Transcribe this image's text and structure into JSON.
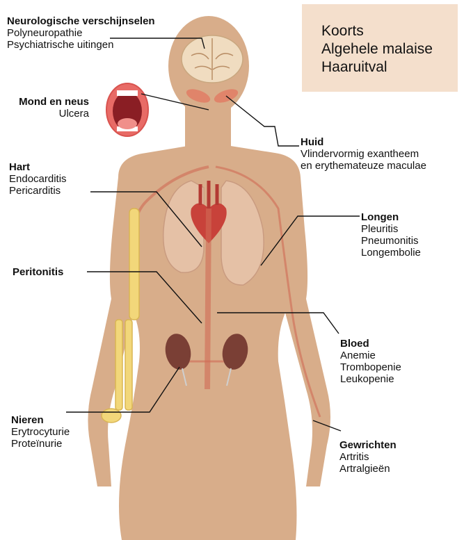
{
  "systemic": [
    "Koorts",
    "Algehele malaise",
    "Haaruitval"
  ],
  "labels": {
    "neuro": {
      "title": "Neurologische verschijnselen",
      "lines": [
        "Polyneuropathie",
        "Psychiatrische uitingen"
      ]
    },
    "mond": {
      "title": "Mond en neus",
      "lines": [
        "Ulcera"
      ]
    },
    "huid": {
      "title": "Huid",
      "lines": [
        "Vlindervormig exantheem",
        "en erythemateuze maculae"
      ]
    },
    "hart": {
      "title": "Hart",
      "lines": [
        "Endocarditis",
        "Pericarditis"
      ]
    },
    "longen": {
      "title": "Longen",
      "lines": [
        "Pleuritis",
        "Pneumonitis",
        "Longembolie"
      ]
    },
    "peritonitis": {
      "title": "Peritonitis",
      "lines": []
    },
    "bloed": {
      "title": "Bloed",
      "lines": [
        "Anemie",
        "Trombopenie",
        "Leukopenie"
      ]
    },
    "nieren": {
      "title": "Nieren",
      "lines": [
        "Erytrocyturie",
        "Proteïnurie"
      ]
    },
    "gewrichten": {
      "title": "Gewrichten",
      "lines": [
        "Artritis",
        "Artralgieën"
      ]
    }
  },
  "colors": {
    "skin": "#d8ad8a",
    "box": "#f4dfcc",
    "vessel": "#d06a55",
    "bone": "#f2d77a",
    "kidney": "#7a3f35"
  }
}
